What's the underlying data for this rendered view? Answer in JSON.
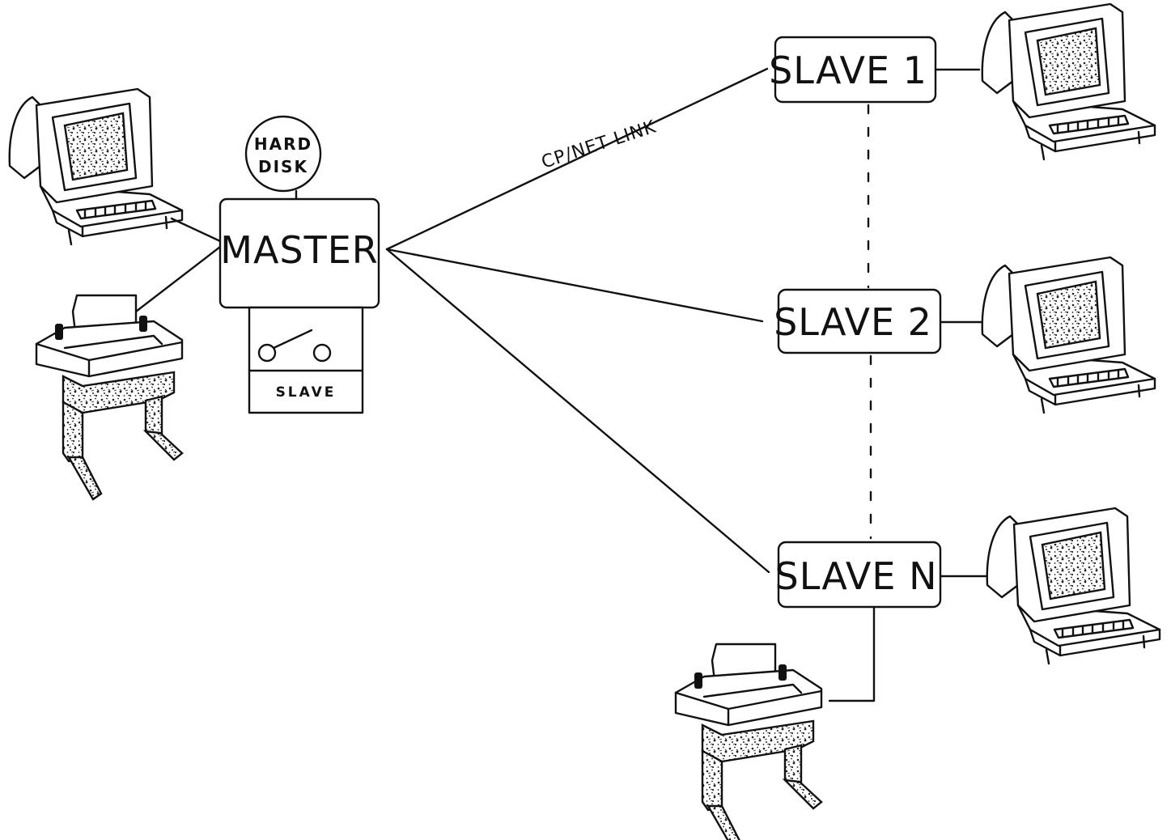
{
  "diagram": {
    "hard_disk": {
      "line1": "HARD",
      "line2": "DISK"
    },
    "master": {
      "label": "MASTER"
    },
    "slave_unit": {
      "label": "SLAVE"
    },
    "link": {
      "label": "CP/NET LINK"
    },
    "slaves": [
      {
        "label": "SLAVE 1"
      },
      {
        "label": "SLAVE 2"
      },
      {
        "label": "SLAVE N"
      }
    ]
  }
}
